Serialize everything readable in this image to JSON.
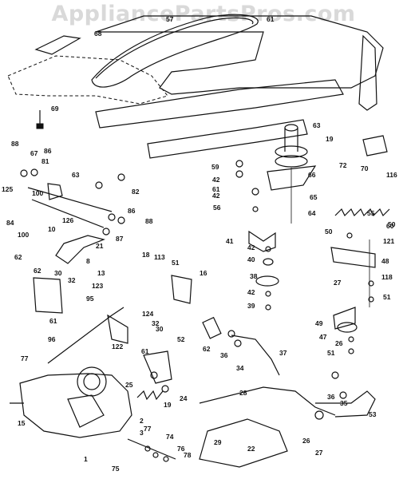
{
  "watermark": "AppliancePartsPros.com",
  "callouts": [
    "1",
    "2",
    "3",
    "8",
    "10",
    "13",
    "15",
    "16",
    "18",
    "19",
    "21",
    "22",
    "24",
    "25",
    "26",
    "27",
    "28",
    "29",
    "30",
    "32",
    "34",
    "35",
    "36",
    "37",
    "38",
    "39",
    "40",
    "41",
    "42",
    "47",
    "48",
    "49",
    "50",
    "51",
    "52",
    "53",
    "55",
    "56",
    "57",
    "59",
    "60",
    "61",
    "62",
    "63",
    "64",
    "65",
    "66",
    "67",
    "68",
    "69",
    "70",
    "72",
    "74",
    "75",
    "76",
    "77",
    "78",
    "81",
    "82",
    "84",
    "86",
    "87",
    "88",
    "95",
    "96",
    "100",
    "113",
    "116",
    "118",
    "121",
    "122",
    "123",
    "124",
    "125",
    "126"
  ]
}
